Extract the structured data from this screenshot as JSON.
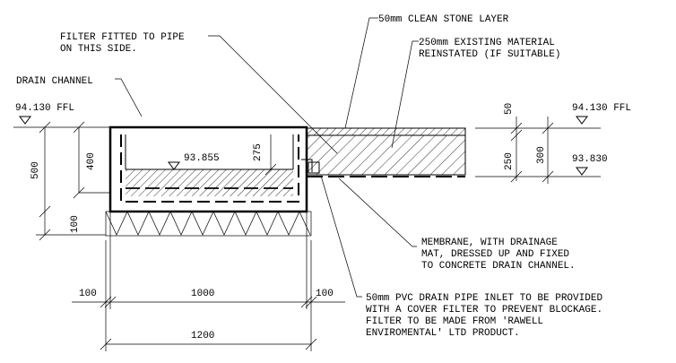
{
  "labels": {
    "filter_note": [
      "FILTER FITTED TO PIPE",
      "ON THIS SIDE."
    ],
    "drain_channel": "DRAIN CHANNEL",
    "stone_layer": "50mm CLEAN STONE LAYER",
    "existing_material": [
      "250mm EXISTING MATERIAL",
      "REINSTATED (IF SUITABLE)"
    ],
    "membrane_note": [
      "MEMBRANE, WITH DRAINAGE",
      "MAT, DRESSED UP AND FIXED",
      "TO CONCRETE DRAIN CHANNEL."
    ],
    "pipe_note": [
      "50mm PVC DRAIN PIPE INLET TO BE PROVIDED",
      "WITH A COVER FILTER TO PREVENT BLOCKAGE.",
      "FILTER TO BE MADE FROM 'RAWELL",
      "ENVIROMENTAL' LTD PRODUCT."
    ]
  },
  "levels": {
    "left_ffl": "94.130 FFL",
    "right_ffl": "94.130 FFL",
    "water_level": "93.855",
    "right_lower": "93.830"
  },
  "dimensions": {
    "left_500": "500",
    "left_400": "400",
    "left_100": "100",
    "inner_275": "275",
    "right_50": "50",
    "right_250": "250",
    "right_300": "300",
    "bottom_100_left": "100",
    "bottom_1000": "1000",
    "bottom_100_right": "100",
    "bottom_1200": "1200"
  }
}
